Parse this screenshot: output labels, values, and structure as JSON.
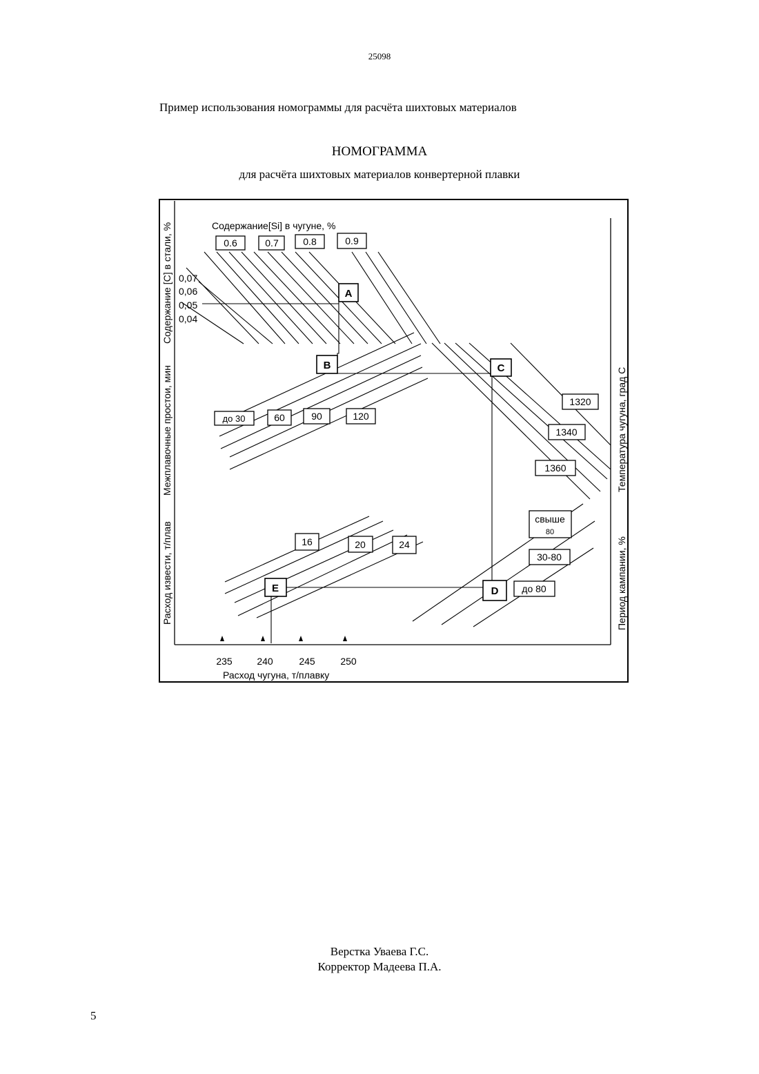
{
  "page": {
    "doc_number": "25098",
    "example_heading": "Пример использования номограммы для расчёта шихтовых материалов",
    "title": "НОМОГРАММА",
    "subtitle": "для расчёта шихтовых материалов конвертерной плавки",
    "credits": [
      "Верстка Уваева Г.С.",
      "Корректор Мадеева П.А."
    ],
    "page_number": "5"
  },
  "nomogram": {
    "axis_titles": {
      "carbon": "Содержание [С] в стали, %",
      "idle": "Межплавочные простои, мин",
      "lime": "Расход извести, т/плав",
      "iron": "Расход чугуна, т/плавку",
      "temperature": "Температура чугуна, град С",
      "campaign": "Период кампании, %"
    },
    "si_title": "Содержание[Si] в чугуне, %",
    "si_labels": [
      "0.6",
      "0.7",
      "0.8",
      "0.9"
    ],
    "carbon_ticks": [
      "0,07",
      "0,06",
      "0,05",
      "0,04"
    ],
    "idle_labels": [
      "до 30",
      "60",
      "90",
      "120"
    ],
    "temperature_labels": [
      "1320",
      "1340",
      "1360"
    ],
    "campaign_labels": [
      "свыше",
      "80",
      "30-80",
      "до 80"
    ],
    "lime_labels": [
      "16",
      "20",
      "24"
    ],
    "iron_ticks": [
      "235",
      "240",
      "245",
      "250"
    ],
    "points": [
      "A",
      "B",
      "C",
      "D",
      "E"
    ]
  }
}
